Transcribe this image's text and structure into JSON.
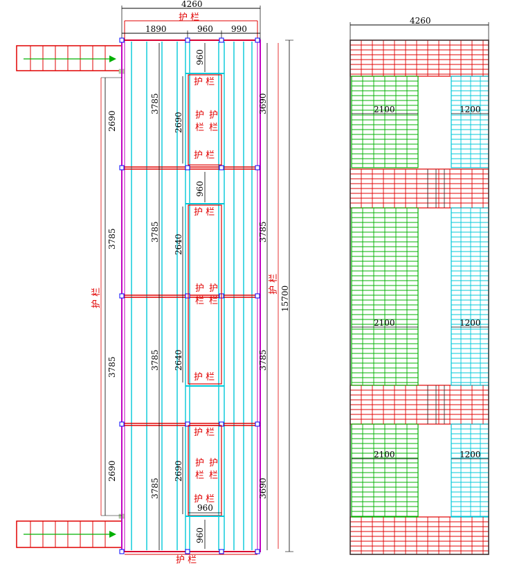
{
  "left_plan": {
    "overall_width": "4260",
    "bay_widths": [
      "1890",
      "960",
      "990"
    ],
    "total_length": "15700",
    "railing_label": "护 栏",
    "railing_char_1": "护",
    "railing_char_2": "栏",
    "left_dims": [
      "2690",
      "3785",
      "3785",
      "2690"
    ],
    "inner_dims": [
      "3785",
      "3785",
      "3785",
      "3785"
    ],
    "opening_dims": [
      "2690",
      "2640",
      "2640",
      "2690"
    ],
    "right_dims": [
      "3690",
      "3785",
      "3785",
      "3690"
    ],
    "opening_width_top": "960",
    "opening_width_mid": "960",
    "opening_width_bottom": "960",
    "opening_width_lower": "960"
  },
  "right_plan": {
    "overall_width": "4260",
    "zone_dims": [
      {
        "left": "2100",
        "right": "1200"
      },
      {
        "left": "2100",
        "right": "1200"
      },
      {
        "left": "2100",
        "right": "1200"
      }
    ]
  },
  "colors": {
    "red": "#e00000",
    "cyan": "#00c8d8",
    "green": "#00b000",
    "magenta": "#c000c0",
    "blue": "#0000ff",
    "dark": "#333333"
  }
}
